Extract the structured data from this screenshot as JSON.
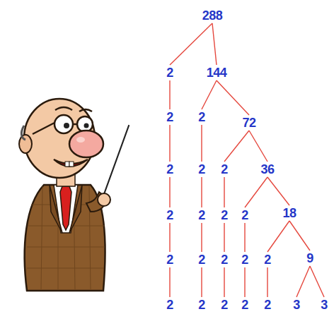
{
  "diagram": {
    "nodes": [
      {
        "text": [
          "288"
        ]
      },
      {
        "text": [
          "2"
        ]
      },
      {
        "text": [
          "144"
        ]
      },
      {
        "text": [
          "2"
        ]
      },
      {
        "text": [
          "2"
        ]
      },
      {
        "text": [
          "72"
        ]
      },
      {
        "text": [
          "2"
        ]
      },
      {
        "text": [
          "2"
        ]
      },
      {
        "text": [
          "2"
        ]
      },
      {
        "text": [
          "36"
        ]
      },
      {
        "text": [
          "2"
        ]
      },
      {
        "text": [
          "2"
        ]
      },
      {
        "text": [
          "2"
        ]
      },
      {
        "text": [
          "2"
        ]
      },
      {
        "text": [
          "18"
        ]
      },
      {
        "text": [
          "2"
        ]
      },
      {
        "text": [
          "2"
        ]
      },
      {
        "text": [
          "2"
        ]
      },
      {
        "text": [
          "2"
        ]
      },
      {
        "text": [
          "2"
        ]
      },
      {
        "text": [
          "9"
        ]
      },
      {
        "text": [
          "2"
        ]
      },
      {
        "text": [
          "2"
        ]
      },
      {
        "text": [
          "2"
        ]
      },
      {
        "text": [
          "2"
        ]
      },
      {
        "text": [
          "2"
        ]
      },
      {
        "text": [
          "3"
        ]
      },
      {
        "text": [
          "3"
        ]
      }
    ],
    "edges": [
      {
        "from": 0,
        "to": 1,
        "arrow": "none"
      },
      {
        "from": 0,
        "to": 2,
        "arrow": "none"
      },
      {
        "from": 1,
        "to": 3,
        "arrow": "none"
      },
      {
        "from": 2,
        "to": 4,
        "arrow": "none"
      },
      {
        "from": 2,
        "to": 5,
        "arrow": "none"
      },
      {
        "from": 3,
        "to": 6,
        "arrow": "none"
      },
      {
        "from": 4,
        "to": 7,
        "arrow": "none"
      },
      {
        "from": 5,
        "to": 8,
        "arrow": "none"
      },
      {
        "from": 5,
        "to": 9,
        "arrow": "none"
      },
      {
        "from": 6,
        "to": 10,
        "arrow": "none"
      },
      {
        "from": 7,
        "to": 11,
        "arrow": "none"
      },
      {
        "from": 8,
        "to": 12,
        "arrow": "none"
      },
      {
        "from": 9,
        "to": 13,
        "arrow": "none"
      },
      {
        "from": 9,
        "to": 14,
        "arrow": "none"
      },
      {
        "from": 10,
        "to": 15,
        "arrow": "none"
      },
      {
        "from": 11,
        "to": 16,
        "arrow": "none"
      },
      {
        "from": 12,
        "to": 17,
        "arrow": "none"
      },
      {
        "from": 13,
        "to": 18,
        "arrow": "none"
      },
      {
        "from": 14,
        "to": 19,
        "arrow": "none"
      },
      {
        "from": 14,
        "to": 20,
        "arrow": "none"
      },
      {
        "from": 15,
        "to": 21,
        "arrow": "none"
      },
      {
        "from": 16,
        "to": 22,
        "arrow": "none"
      },
      {
        "from": 17,
        "to": 23,
        "arrow": "none"
      },
      {
        "from": 18,
        "to": 24,
        "arrow": "none"
      },
      {
        "from": 19,
        "to": 25,
        "arrow": "none"
      },
      {
        "from": 20,
        "to": 26,
        "arrow": "none"
      },
      {
        "from": 20,
        "to": 27,
        "arrow": "none"
      }
    ]
  }
}
